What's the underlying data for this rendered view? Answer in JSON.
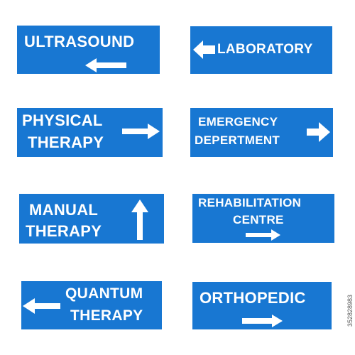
{
  "colors": {
    "sign_blue": "#1877d2",
    "text": "#ffffff",
    "background": "#ffffff"
  },
  "signs": [
    {
      "id": "ultrasound",
      "lines": [
        "ULTRASOUND"
      ],
      "arrow": "left-arrow-icon"
    },
    {
      "id": "laboratory",
      "lines": [
        "LABORATORY"
      ],
      "arrow": "left-arrow-icon"
    },
    {
      "id": "physical",
      "lines": [
        "PHYSICAL",
        "THERAPY"
      ],
      "arrow": "right-arrow-icon"
    },
    {
      "id": "emergency",
      "lines": [
        "EMERGENCY",
        "DEPERTMENT"
      ],
      "arrow": "right-arrow-icon"
    },
    {
      "id": "manual",
      "lines": [
        "MANUAL",
        "THERAPY"
      ],
      "arrow": "up-arrow-icon"
    },
    {
      "id": "rehabilitation",
      "lines": [
        "REHABILITATION",
        "CENTRE"
      ],
      "arrow": "right-arrow-icon"
    },
    {
      "id": "quantum",
      "lines": [
        "QUANTUM",
        "THERAPY"
      ],
      "arrow": "left-arrow-icon"
    },
    {
      "id": "orthopedic",
      "lines": [
        "ORTHOPEDIC"
      ],
      "arrow": "right-arrow-icon"
    }
  ],
  "stock_id": "352828983"
}
